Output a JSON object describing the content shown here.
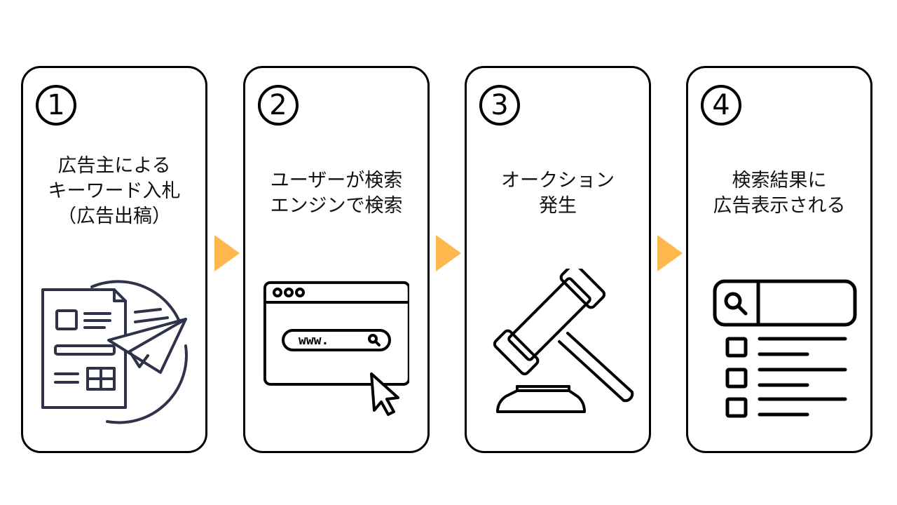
{
  "steps": [
    {
      "number": "1",
      "lines": [
        "広告主による",
        "キーワード入札",
        "（広告出稿）"
      ],
      "icon": "paper-plane-form-icon"
    },
    {
      "number": "2",
      "lines": [
        "ユーザーが検索",
        "エンジンで検索"
      ],
      "icon": "browser-search-icon",
      "url_text": "www."
    },
    {
      "number": "3",
      "lines": [
        "オークション",
        "発生"
      ],
      "icon": "auction-gavel-icon"
    },
    {
      "number": "4",
      "lines": [
        "検索結果に",
        "広告表示される"
      ],
      "icon": "search-results-list-icon"
    }
  ],
  "colors": {
    "border": "#000000",
    "arrow": "#FFB84D",
    "icon_navy": "#2E3349"
  }
}
